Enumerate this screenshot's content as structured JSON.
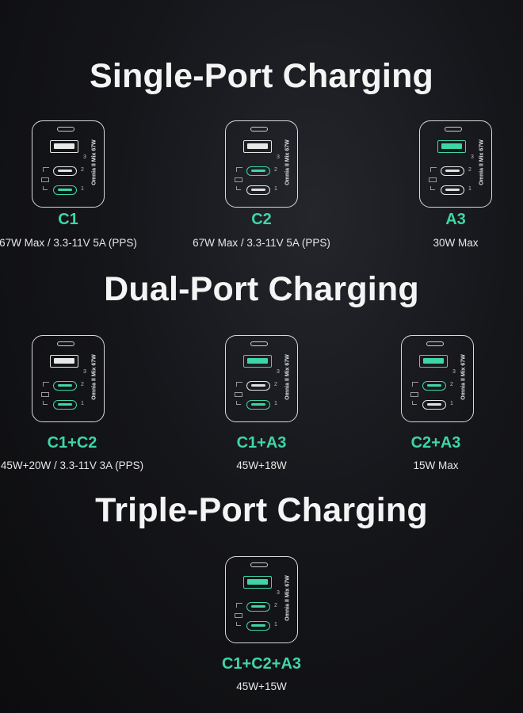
{
  "sections": [
    {
      "title": "Single-Port Charging",
      "items": [
        {
          "label": "C1",
          "spec": "67W Max /  3.3-11V 5A (PPS)",
          "active": [
            "c1"
          ]
        },
        {
          "label": "C2",
          "spec": "67W Max /  3.3-11V 5A (PPS)",
          "active": [
            "c2"
          ]
        },
        {
          "label": "A3",
          "spec": "30W Max",
          "active": [
            "a3"
          ]
        }
      ]
    },
    {
      "title": "Dual-Port Charging",
      "items": [
        {
          "label": "C1+C2",
          "spec": "45W+20W  /  3.3-11V 3A (PPS)",
          "active": [
            "c1",
            "c2"
          ]
        },
        {
          "label": "C1+A3",
          "spec": "45W+18W",
          "active": [
            "c1",
            "a3"
          ]
        },
        {
          "label": "C2+A3",
          "spec": "15W Max",
          "active": [
            "c2",
            "a3"
          ]
        }
      ]
    },
    {
      "title": "Triple-Port Charging",
      "items": [
        {
          "label": "C1+C2+A3",
          "spec": "45W+15W",
          "active": [
            "c1",
            "c2",
            "a3"
          ]
        }
      ]
    }
  ],
  "charger": {
    "model": "Omnia II Mix 67W",
    "port_numbers": [
      "3",
      "2",
      "1"
    ],
    "accent_color": "#3ed6a4"
  }
}
